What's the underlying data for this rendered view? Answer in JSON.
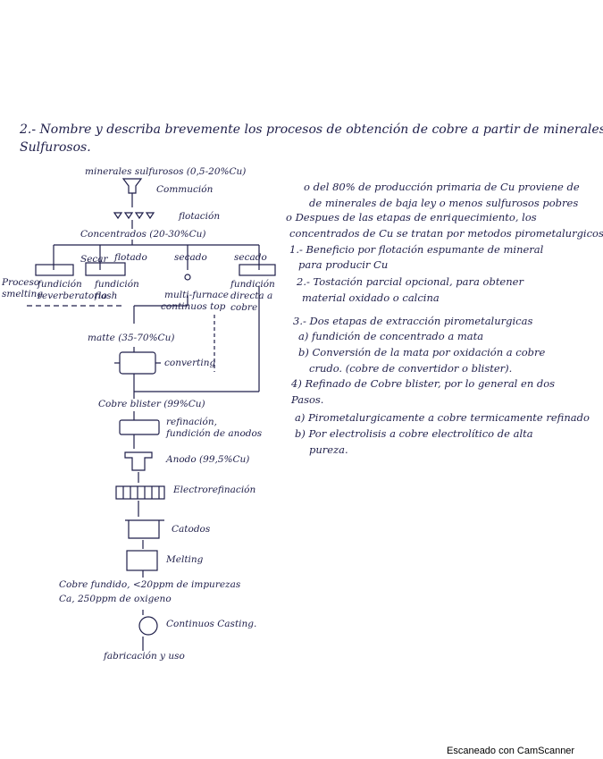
{
  "question": {
    "line1": "2.- Nombre y describa brevemente los procesos de obtención de cobre a partir de minerales",
    "line2": "Sulfurosos."
  },
  "flowchart": {
    "top": "minerales sulfurosos (0,5-20%Cu)",
    "comminution": "Commución",
    "flotation": "flotación",
    "concentrates": "Concentrados (20-30%Cu)",
    "secar": "Secar",
    "flotado": "flotado",
    "secado1": "secado",
    "secado2": "secado",
    "proceso_smelting": "Proceso smelting",
    "fundicion_reverberatorio": "fundición reverberatorio",
    "fundicion_flash": "fundición flash",
    "multi_furnace": "multi-furnace",
    "continuos_top": "continuos top",
    "fundicion_directa": "fundición directa a cobre",
    "matte": "matte (35-70%Cu)",
    "converting": "converting",
    "blister": "Cobre blister (99%Cu)",
    "refinacion": "refinación, fundición de anodos",
    "anodo": "Anodo (99,5%Cu)",
    "electro": "Electrorefinación",
    "catodos": "Catodos",
    "melting": "Melting",
    "cobre_fundido": "Cobre fundido, <20ppm de impurezas",
    "ca": "Ca, 250ppm de oxigeno",
    "casting": "Continuos Casting.",
    "fabricacion": "fabricación y uso"
  },
  "notes": [
    "o del 80% de producción primaria de Cu proviene de",
    "de minerales de baja ley o menos sulfurosos pobres",
    "o Despues de las etapas de enriquecimiento, los",
    "concentrados de Cu se tratan por metodos pirometalurgicos",
    "1.- Beneficio por flotación espumante de mineral",
    "para producir Cu",
    "2.- Tostación parcial opcional, para obtener",
    "material oxidado o calcina",
    "3.- Dos etapas de extracción pirometalurgicas",
    "a) fundición de concentrado a mata",
    "b) Conversión de la mata por oxidación a cobre",
    "crudo. (cobre de convertidor o blister).",
    "4) Refinado de Cobre blister, por lo general en dos",
    "Pasos.",
    "a) Pirometalurgicamente a cobre termicamente refinado",
    "b) Por electrolisis a cobre electrolítico de alta",
    "pureza."
  ],
  "footer": "Escaneado con CamScanner"
}
